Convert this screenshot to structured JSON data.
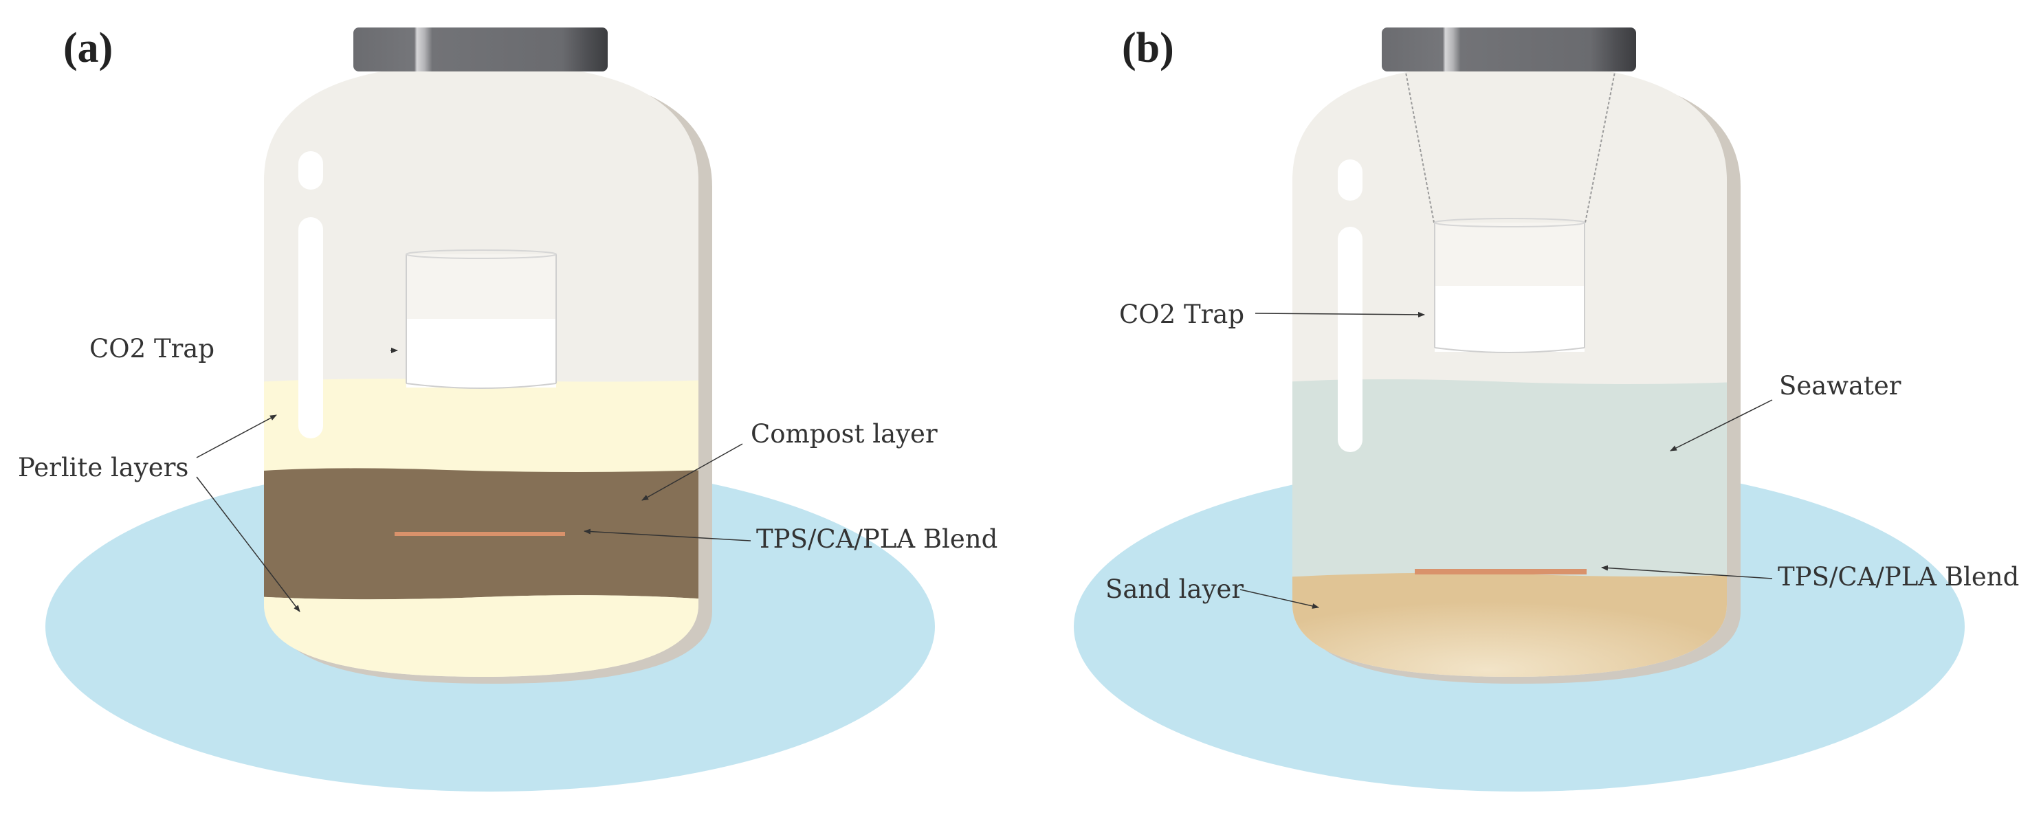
{
  "panel_a": {
    "letter": "(a)",
    "labels": {
      "co2_trap": "CO2 Trap",
      "perlite": "Perlite layers",
      "compost": "Compost layer",
      "blend": "TPS/CA/PLA Blend"
    }
  },
  "panel_b": {
    "letter": "(b)",
    "labels": {
      "co2_trap": "CO2 Trap",
      "seawater": "Seawater",
      "sand": "Sand layer",
      "blend": "TPS/CA/PLA Blend"
    }
  },
  "colors": {
    "ellipse": "#c1e4f0",
    "jar_glass": "#f1efea",
    "jar_shadow": "#cfc9c0",
    "lid": "#6e6f73",
    "perlite": "#fdf8d8",
    "compost": "#857056",
    "blend_strip": "#d9926b",
    "seawater": "#d6e2dd",
    "sand": "#e2c898",
    "trap_liquid": "#ffffff"
  }
}
